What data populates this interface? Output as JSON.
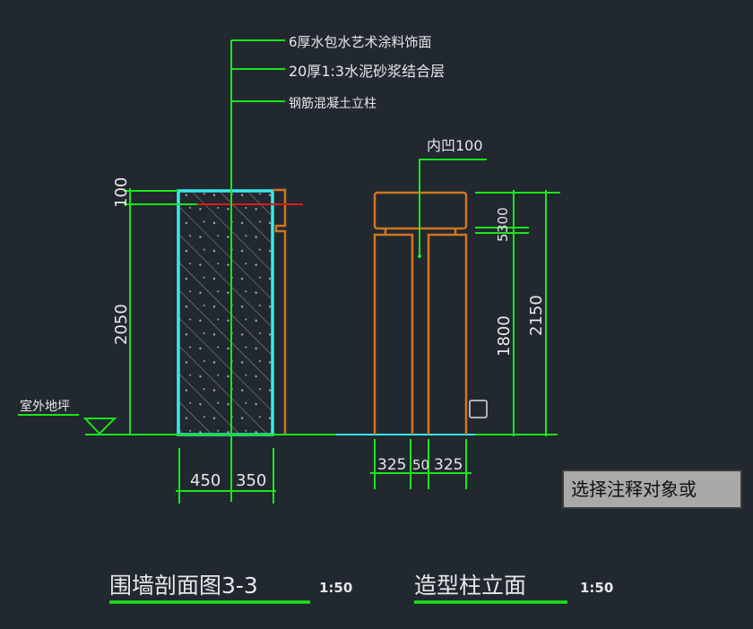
{
  "section": {
    "leaders": [
      "6厚水包水艺术涂料饰面",
      "20厚1:3水泥砂浆结合层",
      "钢筋混凝土立柱"
    ],
    "ground_label": "室外地坪",
    "dims_vertical": [
      "100",
      "2050"
    ],
    "dims_horizontal": [
      "450",
      "350"
    ],
    "title": "围墙剖面图3-3",
    "scale": "1:50"
  },
  "elevation": {
    "leader": "内凹100",
    "dims_vertical": [
      "5",
      "300",
      "1800",
      "2150"
    ],
    "dims_horizontal": [
      "325",
      "50",
      "325"
    ],
    "title": "造型柱立面",
    "scale": "1:50"
  },
  "tooltip": "选择注释对象或",
  "colors": {
    "background": "#212830",
    "dimension": "#19e619",
    "outline": "#d0761c",
    "finish": "#3de8e8",
    "axis": "#e01818"
  }
}
